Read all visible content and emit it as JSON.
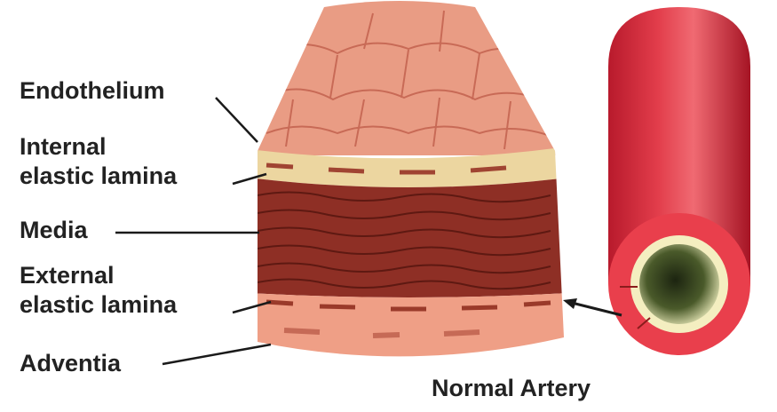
{
  "labels": {
    "endothelium": "Endothelium",
    "internal_line1": "Internal",
    "internal_line2": "elastic lamina",
    "media": "Media",
    "external_line1": "External",
    "external_line2": "elastic lamina",
    "adventia": "Adventia"
  },
  "caption": "Normal Artery",
  "colors": {
    "endothelium_fill": "#e89a82",
    "endothelium_cells": "#c9725e",
    "internal_lamina": "#ecd6a0",
    "media_fill": "#8e2f25",
    "media_cells": "#6a1e17",
    "external_band": "#f2a48a",
    "adventitia_fill": "#ee9f86",
    "artery_red": "#d42a3a",
    "lumen_ring": "#f4eec0",
    "lumen_dark": "#2a3a18"
  }
}
